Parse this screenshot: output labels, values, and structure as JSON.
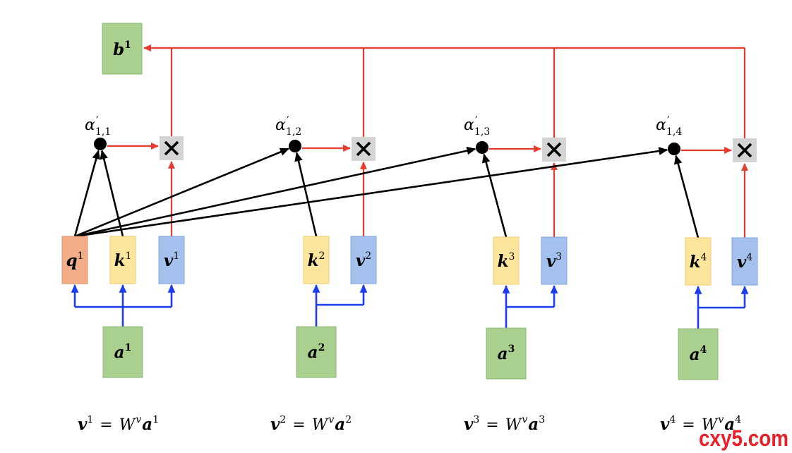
{
  "colors": {
    "input-fill": "#a9d08e",
    "input-stroke": "#8cb874",
    "query-fill": "#f4ad89",
    "query-stroke": "#de936c",
    "key-fill": "#fde59d",
    "key-stroke": "#efcd70",
    "value-fill": "#a3c1ec",
    "value-stroke": "#82a6dd",
    "multiply-fill": "#d4d4d4",
    "red-line": "#e63b2e",
    "blue-line": "#1c3cf0",
    "black-line": "#000000",
    "watermark": "#e8202a"
  },
  "icons": {
    "multiply": "multiply-icon"
  },
  "output": {
    "base": "b",
    "sup": "1"
  },
  "query": {
    "base": "q",
    "sup": "1"
  },
  "columns": [
    {
      "score": {
        "base": "α",
        "prime": "′",
        "sub": "1,1"
      },
      "key": {
        "base": "k",
        "sup": "1"
      },
      "value": {
        "base": "v",
        "sup": "1"
      },
      "input": {
        "base": "a",
        "sup": "1"
      },
      "equation": {
        "lhs": "v",
        "lhs_sup": "1",
        "eq": "=",
        "matrix": "W",
        "matrix_sup": "v",
        "rhs": "a",
        "rhs_sup": "1"
      }
    },
    {
      "score": {
        "base": "α",
        "prime": "′",
        "sub": "1,2"
      },
      "key": {
        "base": "k",
        "sup": "2"
      },
      "value": {
        "base": "v",
        "sup": "2"
      },
      "input": {
        "base": "a",
        "sup": "2"
      },
      "equation": {
        "lhs": "v",
        "lhs_sup": "2",
        "eq": "=",
        "matrix": "W",
        "matrix_sup": "v",
        "rhs": "a",
        "rhs_sup": "2"
      }
    },
    {
      "score": {
        "base": "α",
        "prime": "′",
        "sub": "1,3"
      },
      "key": {
        "base": "k",
        "sup": "3"
      },
      "value": {
        "base": "v",
        "sup": "3"
      },
      "input": {
        "base": "a",
        "sup": "3"
      },
      "equation": {
        "lhs": "v",
        "lhs_sup": "3",
        "eq": "=",
        "matrix": "W",
        "matrix_sup": "v",
        "rhs": "a",
        "rhs_sup": "3"
      }
    },
    {
      "score": {
        "base": "α",
        "prime": "′",
        "sub": "1,4"
      },
      "key": {
        "base": "k",
        "sup": "4"
      },
      "value": {
        "base": "v",
        "sup": "4"
      },
      "input": {
        "base": "a",
        "sup": "4"
      },
      "equation": {
        "lhs": "v",
        "lhs_sup": "4",
        "eq": "=",
        "matrix": "W",
        "matrix_sup": "v",
        "rhs": "a",
        "rhs_sup": "4"
      }
    }
  ],
  "watermark": "cxy5.com"
}
